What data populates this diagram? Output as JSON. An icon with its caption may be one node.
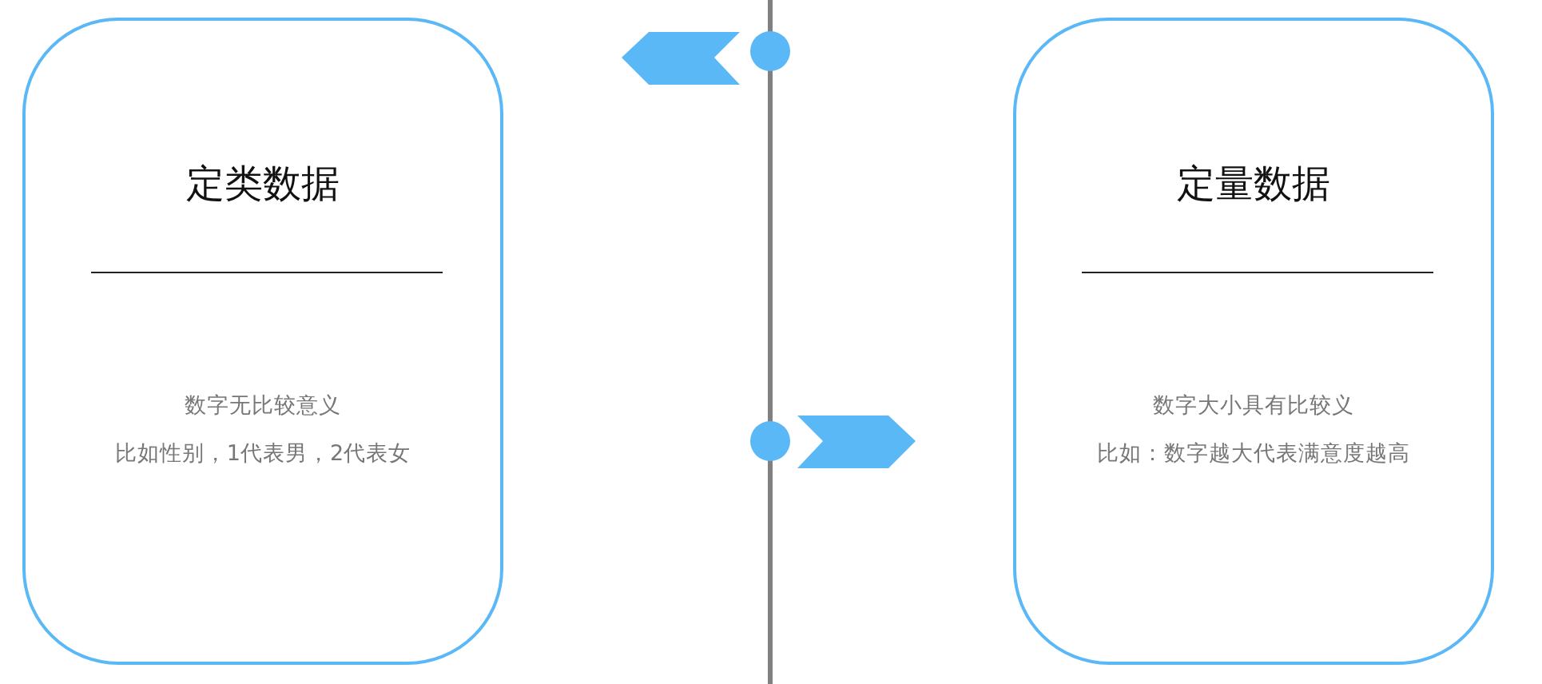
{
  "diagram": {
    "nodes": [
      {
        "text": [
          "定类数据",
          "数字无比较意义",
          "比如性别，1代表男，2代表女"
        ]
      },
      {
        "text": [
          "定量数据",
          "数字大小具有比较义",
          "比如：数字越大代表满意度越高"
        ]
      }
    ]
  }
}
